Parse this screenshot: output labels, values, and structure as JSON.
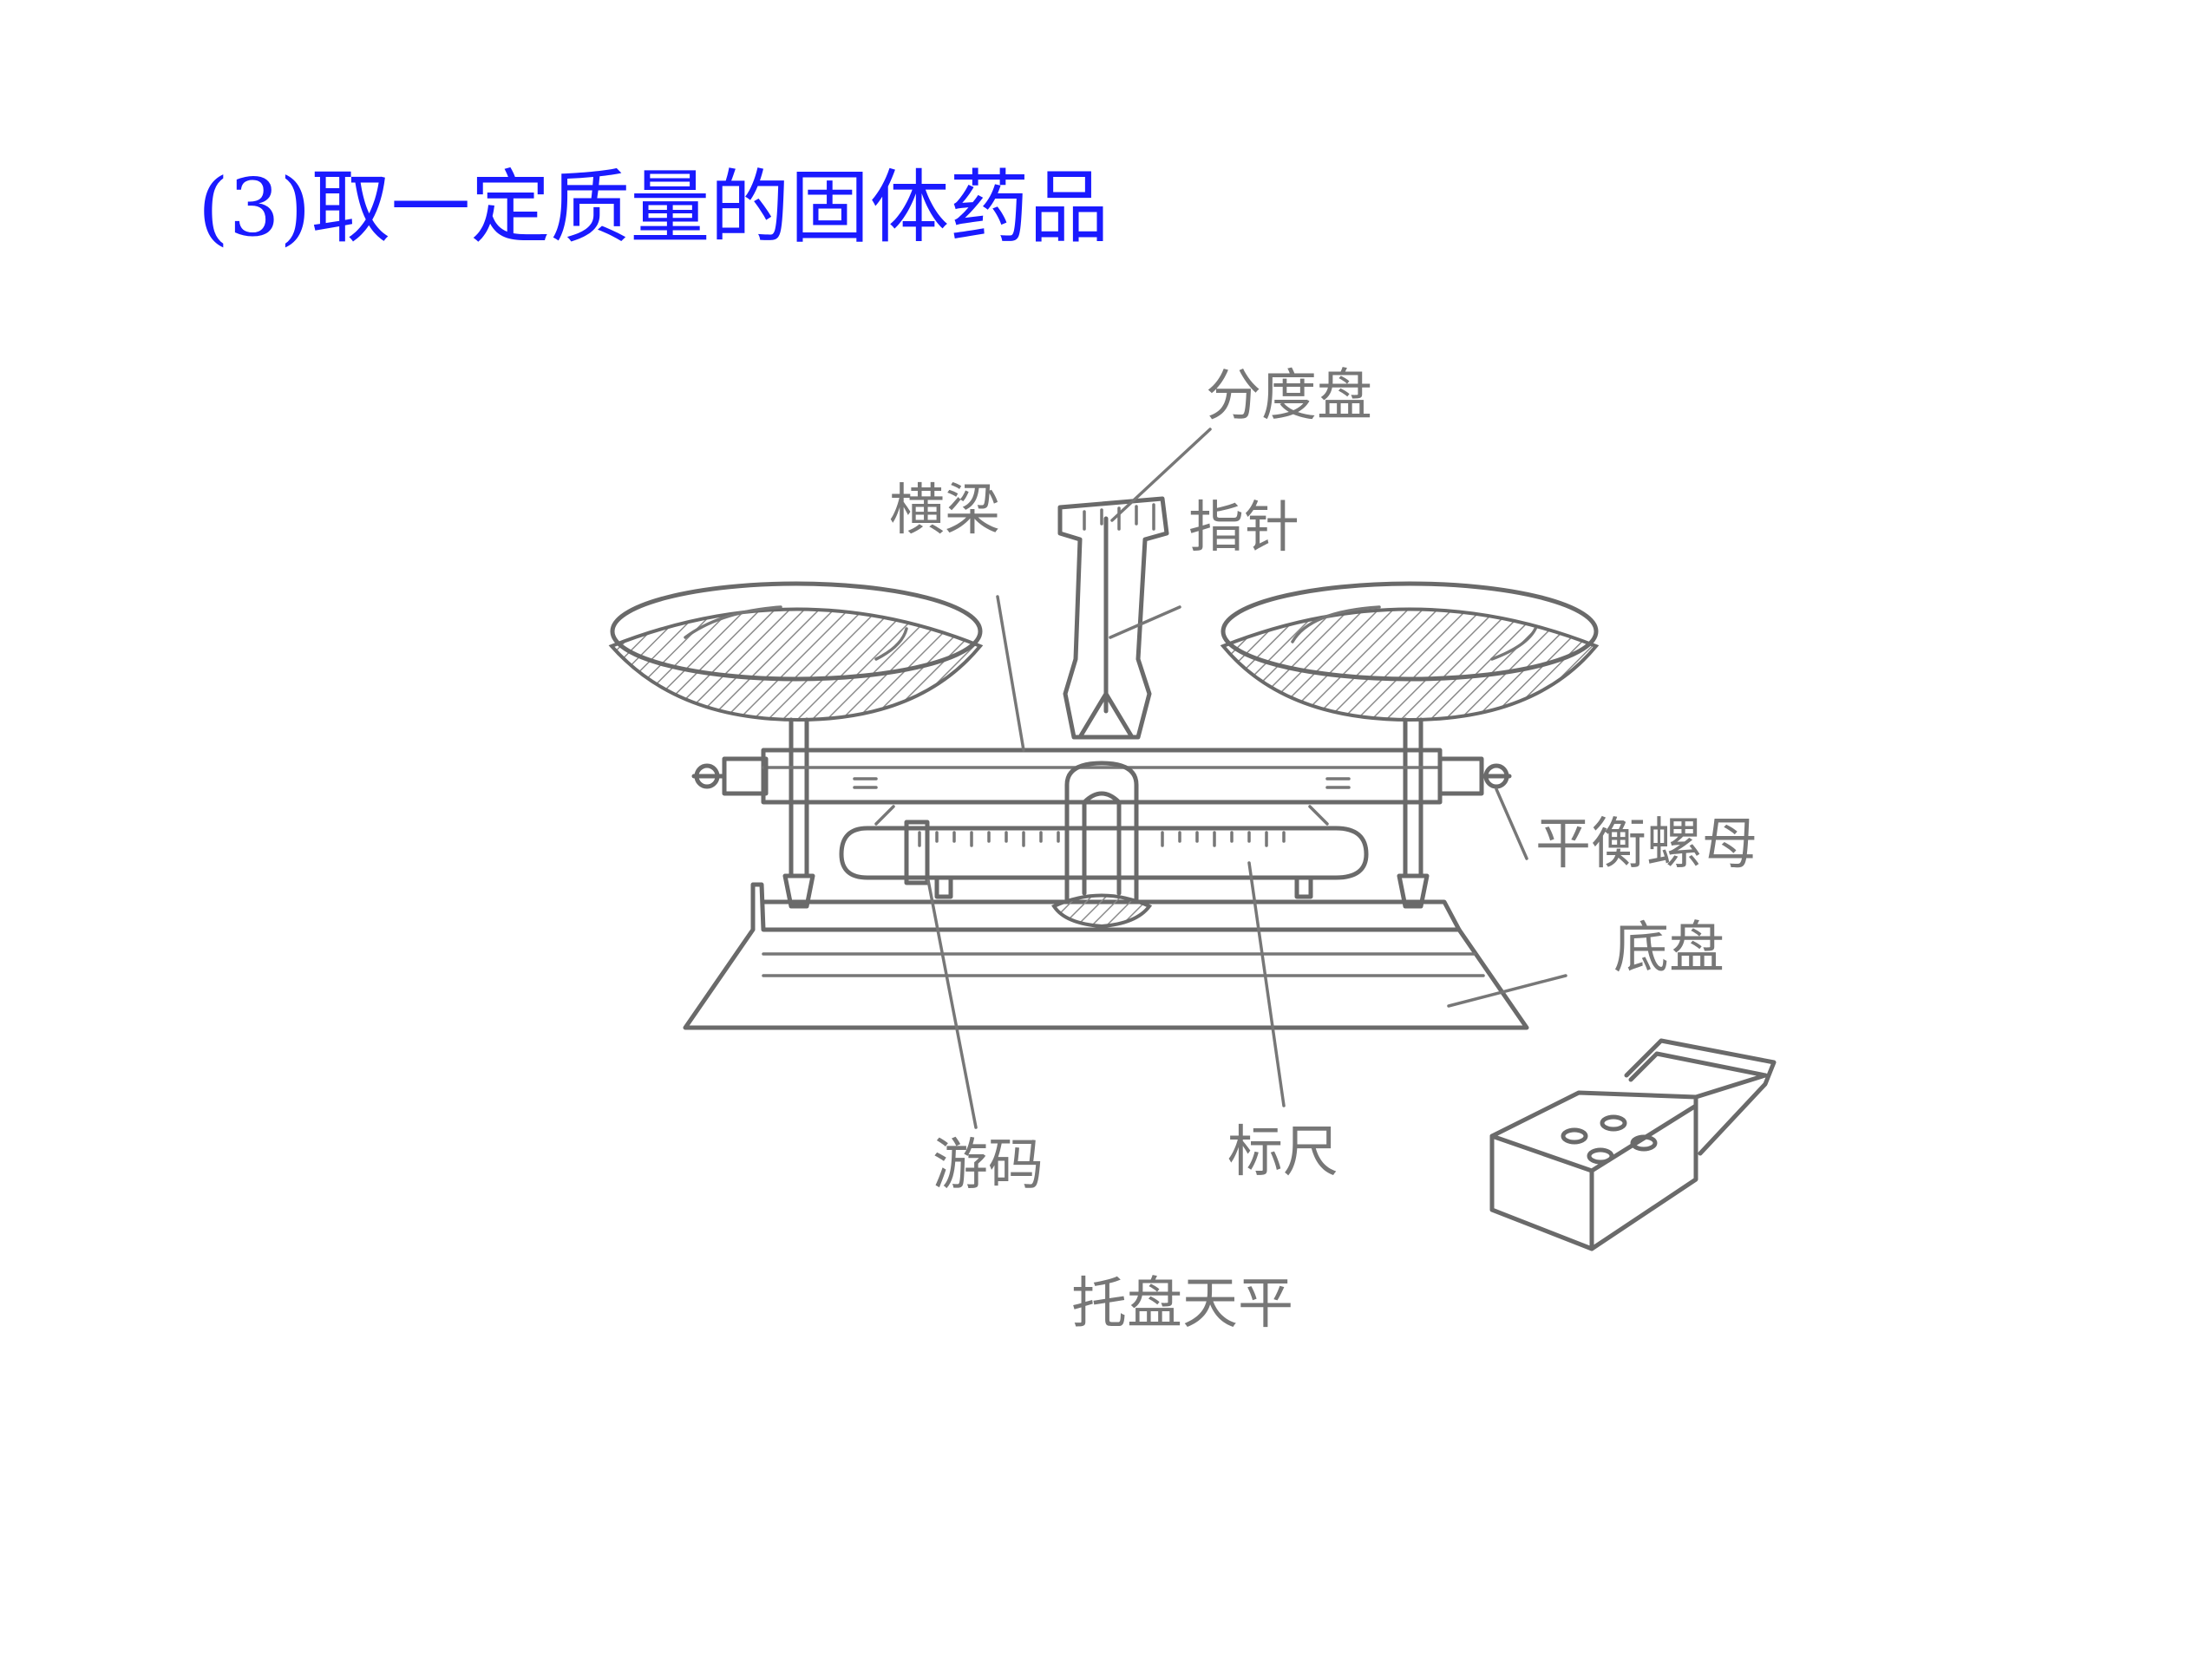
{
  "title": "(3)取一定质量的固体药品",
  "colors": {
    "title": "#1a1aff",
    "drawing": "#6a6a6a",
    "labels": "#777777"
  },
  "diagram": {
    "labels": {
      "dial": "分度盘",
      "beam": "横梁",
      "pointer": "指针",
      "balance_nut": "平衡螺母",
      "base": "底盘",
      "rider": "游码",
      "scale": "标尺",
      "caption": "托盘天平"
    }
  }
}
